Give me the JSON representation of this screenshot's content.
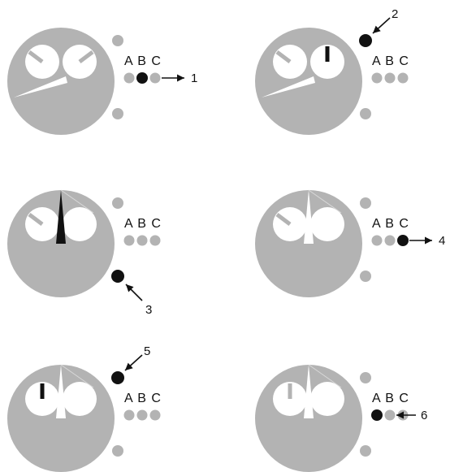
{
  "colors": {
    "dial": "#b3b3b3",
    "subdial": "#ffffff",
    "hand_light": "#ffffff",
    "hand_dark": "#111111",
    "dot_idle": "#b3b3b3",
    "dot_active": "#111111",
    "arrow": "#111111"
  },
  "panels": [
    {
      "abc_label": "A B C",
      "callout": "1",
      "active_dot": "B",
      "crown_dot": null,
      "arrow_target": "row",
      "subdial_left_hand": "upper-left",
      "subdial_right_hand": "upper-right",
      "main_hand": "pointing-left-down",
      "main_hand_color": "light"
    },
    {
      "abc_label": "A B C",
      "callout": "2",
      "active_dot": null,
      "crown_dot": "top",
      "arrow_target": "top-crown",
      "subdial_left_hand": "upper-left",
      "subdial_right_hand": "up",
      "main_hand": "pointing-left-down",
      "main_hand_color": "light"
    },
    {
      "abc_label": "A B C",
      "callout": "3",
      "active_dot": null,
      "crown_dot": "bottom",
      "arrow_target": "bottom-crown",
      "subdial_left_hand": "upper-left",
      "subdial_right_hand": "none",
      "main_hand": "up",
      "main_hand_color": "dark"
    },
    {
      "abc_label": "A B C",
      "callout": "4",
      "active_dot": "C",
      "crown_dot": null,
      "arrow_target": "row",
      "subdial_left_hand": "upper-left",
      "subdial_right_hand": "none",
      "main_hand": "up",
      "main_hand_color": "light"
    },
    {
      "abc_label": "A B C",
      "callout": "5",
      "active_dot": null,
      "crown_dot": "top",
      "arrow_target": "top-crown",
      "subdial_left_hand": "up-dark",
      "subdial_right_hand": "none",
      "main_hand": "up",
      "main_hand_color": "light"
    },
    {
      "abc_label": "A B C",
      "callout": "6",
      "active_dot": "A",
      "crown_dot": null,
      "arrow_target": "row",
      "subdial_left_hand": "up",
      "subdial_right_hand": "none",
      "main_hand": "up",
      "main_hand_color": "light"
    }
  ]
}
